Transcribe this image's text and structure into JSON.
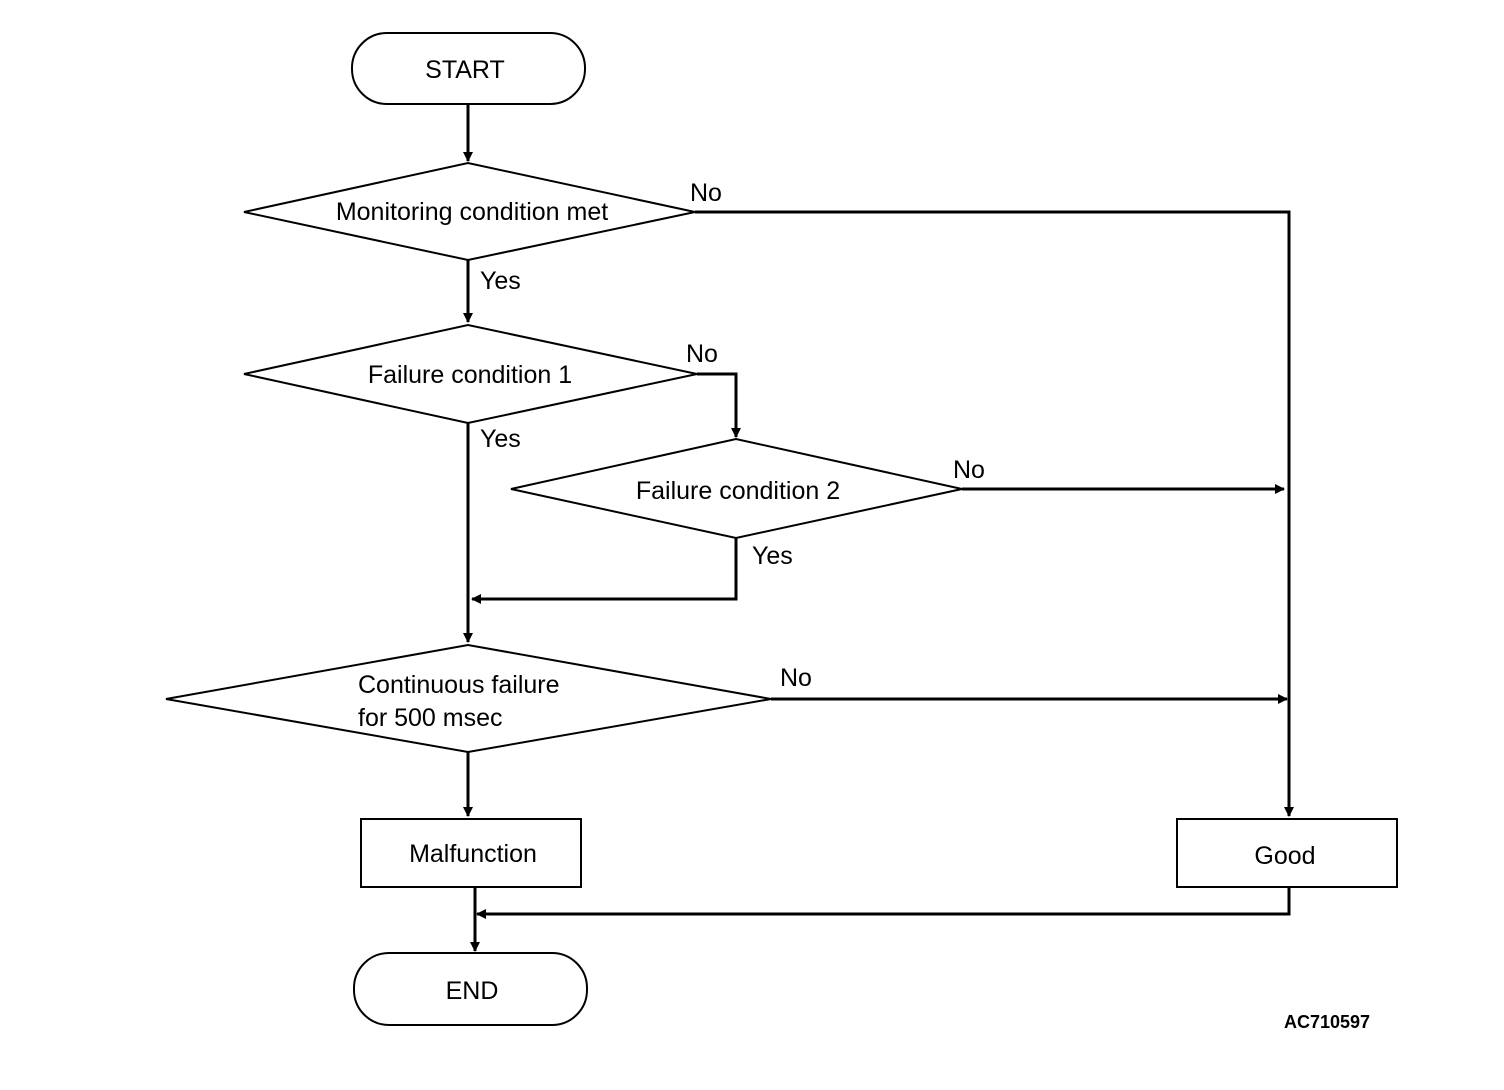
{
  "flowchart": {
    "start": "START",
    "decisions": {
      "monitoring": "Monitoring condition met",
      "failure1": "Failure condition 1",
      "failure2": "Failure condition 2",
      "continuous_line1": "Continuous failure",
      "continuous_line2": "for 500 msec"
    },
    "results": {
      "malfunction": "Malfunction",
      "good": "Good"
    },
    "end": "END",
    "branch_labels": {
      "monitoring_no": "No",
      "monitoring_yes": "Yes",
      "failure1_no": "No",
      "failure1_yes": "Yes",
      "failure2_no": "No",
      "failure2_yes": "Yes",
      "continuous_no": "No"
    },
    "reference_code": "AC710597"
  }
}
